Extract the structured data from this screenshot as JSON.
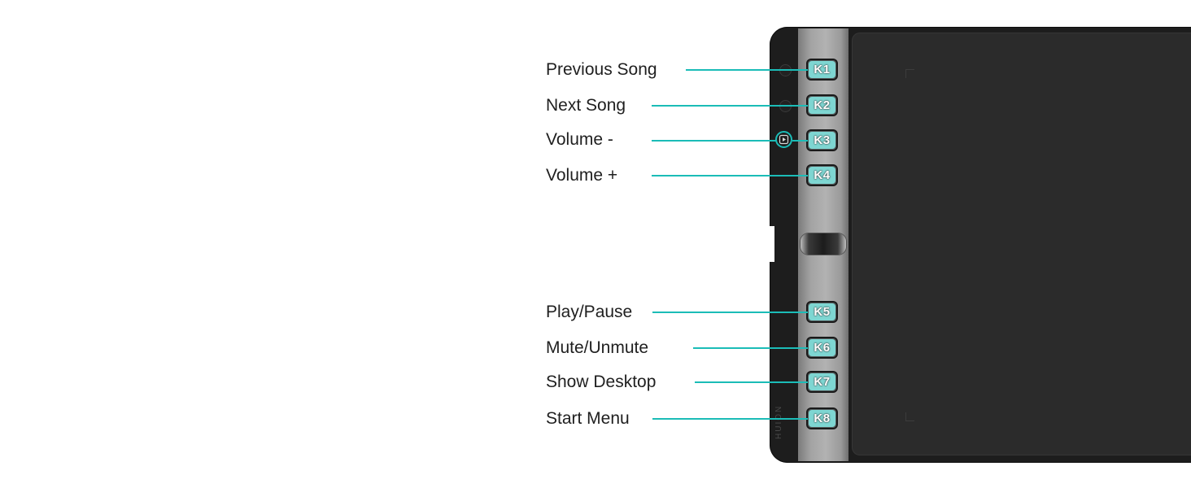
{
  "shortcut_keys": [
    {
      "label": "Previous Song",
      "key": "K1"
    },
    {
      "label": "Next Song",
      "key": "K2"
    },
    {
      "label": "Volume -",
      "key": "K3"
    },
    {
      "label": "Volume +",
      "key": "K4"
    },
    {
      "label": "Play/Pause",
      "key": "K5"
    },
    {
      "label": "Mute/Unmute",
      "key": "K6"
    },
    {
      "label": "Show Desktop",
      "key": "K7"
    },
    {
      "label": "Start Menu",
      "key": "K8"
    }
  ],
  "accent_color": "#1bbcb7",
  "key_color": "#7ed6d2",
  "brand_text": "HUION"
}
